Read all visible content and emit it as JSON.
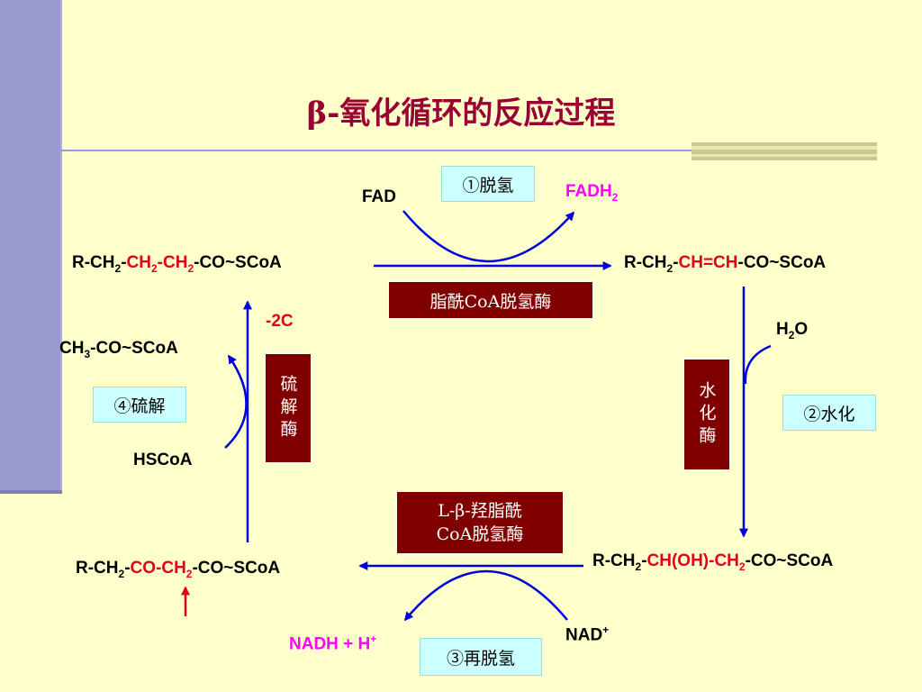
{
  "title": "β-氧化循环的反应过程",
  "steps": {
    "s1": "①脱氢",
    "s2": "②水化",
    "s3": "③再脱氢",
    "s4": "④硫解"
  },
  "enzymes": {
    "e1": "脂酰CoA脱氢酶",
    "e2": "水化酶",
    "e3_line1": "L-β-羟脂酰",
    "e3_line2": "CoA脱氢酶",
    "e4": "硫解酶"
  },
  "compounds": {
    "acyl_coa": {
      "a": "R-CH",
      "a_sub": "2",
      "b": "-",
      "c": "CH",
      "c_sub": "2",
      "d": "-CH",
      "d_sub": "2",
      "e": "-CO~SCoA"
    },
    "enoyl_coa": {
      "a": "R-CH",
      "a_sub": "2",
      "b": "-",
      "c": "CH=CH",
      "e": "-CO~SCoA"
    },
    "hydroxyacyl_coa": {
      "a": "R-CH",
      "a_sub": "2",
      "b": "-",
      "c": "CH(OH)-CH",
      "c_sub": "2",
      "e": "-CO~SCoA"
    },
    "ketoacyl_coa": {
      "a": "R-CH",
      "a_sub": "2",
      "b": "-",
      "c": "CO-CH",
      "c_sub": "2",
      "e": "-CO~SCoA"
    },
    "acetyl_coa": {
      "a": "CH",
      "a_sub": "3",
      "e": "-CO~SCoA"
    }
  },
  "cofactors": {
    "fad": "FAD",
    "fadh2": "FADH",
    "fadh2_sub": "2",
    "h2o_a": "H",
    "h2o_sub": "2",
    "h2o_b": "O",
    "nad": "NAD",
    "nad_sup": "+",
    "nadh": "NADH + H",
    "nadh_sup": "+",
    "hscoa": "HSCoA",
    "minus2c": "-2C"
  },
  "colors": {
    "arrow": "#0000DD",
    "highlight": "#E00020",
    "product": "#FF00FF",
    "enzyme_bg": "#800000",
    "step_bg": "#CCFFFF",
    "title": "#990033"
  }
}
